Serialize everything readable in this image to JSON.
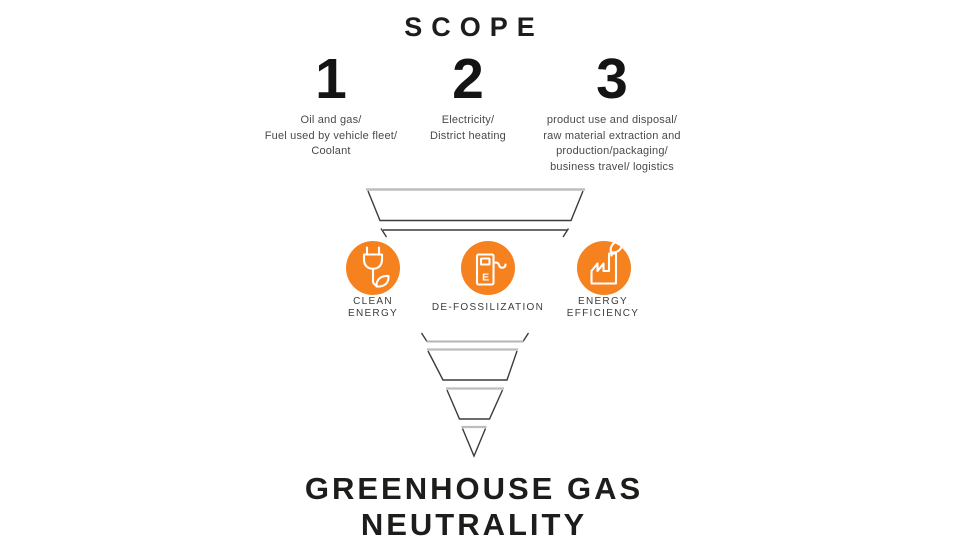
{
  "title": "SCOPE",
  "scopes": [
    {
      "number": "1",
      "description": "Oil and gas/\nFuel used by vehicle fleet/\nCoolant"
    },
    {
      "number": "2",
      "description": "Electricity/\nDistrict heating"
    },
    {
      "number": "3",
      "description": "product use and disposal/\nraw material extraction and\nproduction/packaging/\nbusiness travel/ logistics"
    }
  ],
  "strategies": [
    {
      "label": "CLEAN\nENERGY",
      "icon": "plug-leaf-icon"
    },
    {
      "label": "DE-FOSSILIZATION",
      "icon": "fuel-pump-icon"
    },
    {
      "label": "ENERGY\nEFFICIENCY",
      "icon": "factory-leaf-icon"
    }
  ],
  "footer_title": "GREENHOUSE GAS\nNEUTRALITY",
  "colors": {
    "accent_orange": "#F5821F",
    "funnel_outline": "#3C3C3B",
    "funnel_top_edge": "#BDBDBD",
    "heading_text": "#1D1D1B",
    "body_text": "#4A4A49"
  }
}
